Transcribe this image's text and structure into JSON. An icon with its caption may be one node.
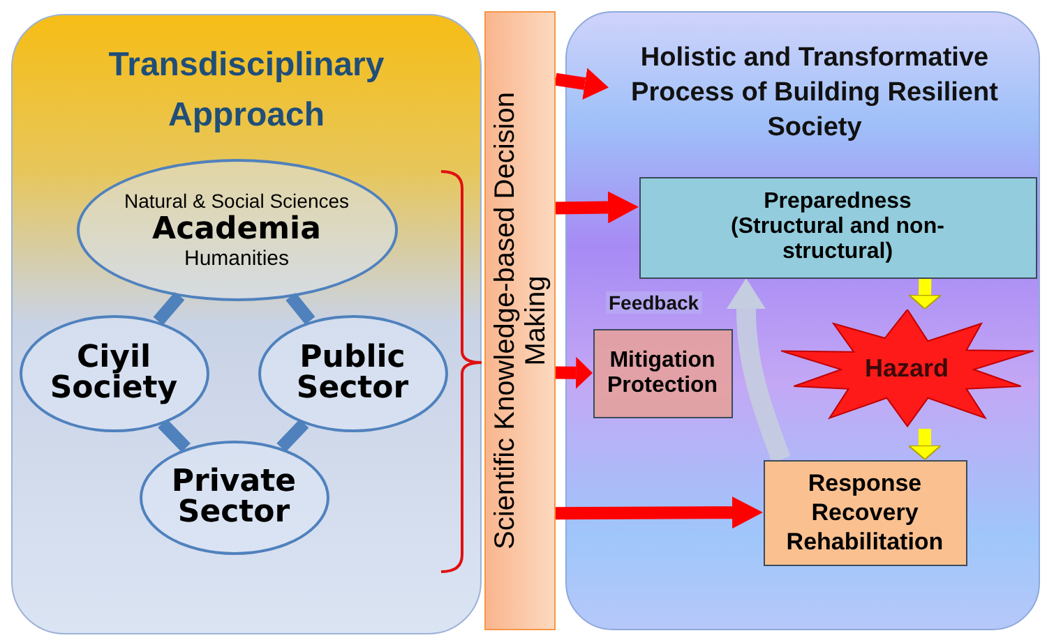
{
  "diagram": {
    "nodes": [
      {
        "text": [
          "Transdisciplinary Approach"
        ]
      },
      {
        "text": [
          "Natural & Social Sciences",
          "Academia",
          "Humanities"
        ],
        "in": 0
      },
      {
        "text": [
          "Ciyil Society"
        ],
        "in": 0
      },
      {
        "text": [
          "Public Sector"
        ],
        "in": 0
      },
      {
        "text": [
          "Private Sector"
        ],
        "in": 0
      },
      {
        "text": [
          "Scientific Knowledge-based Decision Making"
        ]
      },
      {
        "text": [
          "Holistic and Transformative Process of Building Resilient Society"
        ]
      },
      {
        "text": [
          "Preparedness",
          "(Structural and non-structural)"
        ],
        "in": 6
      },
      {
        "text": [
          "Mitigation Protection"
        ],
        "in": 6
      },
      {
        "text": [
          "Hazard"
        ],
        "in": 6
      },
      {
        "text": [
          "Response Recovery Rehabilitation"
        ],
        "in": 6
      }
    ],
    "edges": [
      {
        "from": 1,
        "to": 2,
        "arrow": "none",
        "color": "#4f81bd"
      },
      {
        "from": 1,
        "to": 3,
        "arrow": "none",
        "color": "#4f81bd"
      },
      {
        "from": 2,
        "to": 4,
        "arrow": "none",
        "color": "#4f81bd"
      },
      {
        "from": 3,
        "to": 4,
        "arrow": "none",
        "color": "#4f81bd"
      },
      {
        "from": 5,
        "to": 6,
        "arrow": "to",
        "color": "#ff0000"
      },
      {
        "from": 5,
        "to": 7,
        "arrow": "to",
        "color": "#ff0000"
      },
      {
        "from": 5,
        "to": 8,
        "arrow": "to",
        "color": "#ff0000"
      },
      {
        "from": 5,
        "to": 10,
        "arrow": "to",
        "color": "#ff0000"
      },
      {
        "from": 7,
        "to": 9,
        "arrow": "to",
        "color": "#ffff00"
      },
      {
        "from": 9,
        "to": 10,
        "arrow": "to",
        "color": "#ffff00"
      },
      {
        "from": 10,
        "to": 7,
        "arrow": "to",
        "label": "Feedback",
        "color": "#c5cde0"
      }
    ]
  }
}
